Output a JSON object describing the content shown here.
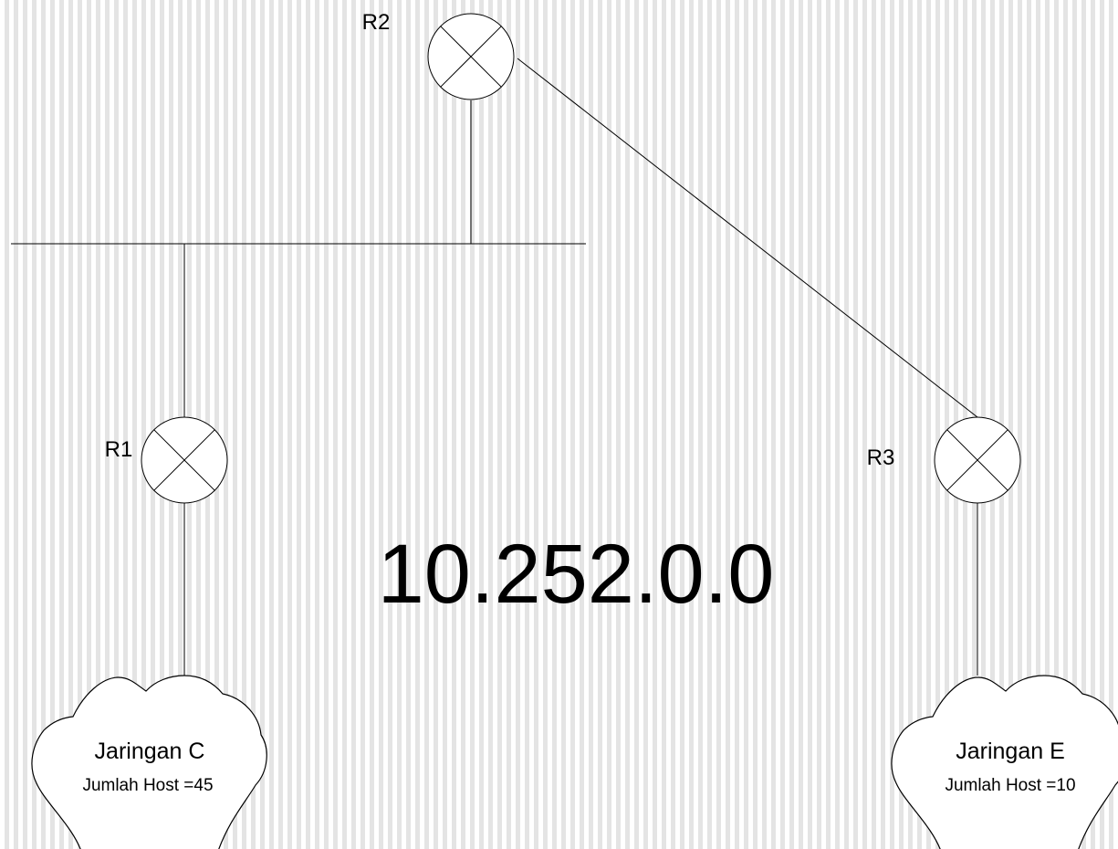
{
  "routers": [
    {
      "id": "r1",
      "label": "R1"
    },
    {
      "id": "r2",
      "label": "R2"
    },
    {
      "id": "r3",
      "label": "R3"
    }
  ],
  "network_address": "10.252.0.0",
  "networks": [
    {
      "id": "jaringan-c",
      "name": "Jaringan C",
      "hosts_text": "Jumlah Host =45"
    },
    {
      "id": "jaringan-e",
      "name": "Jaringan E",
      "hosts_text": "Jumlah Host =10"
    }
  ],
  "icons": {
    "router": "router-icon",
    "network": "cloud-icon"
  }
}
